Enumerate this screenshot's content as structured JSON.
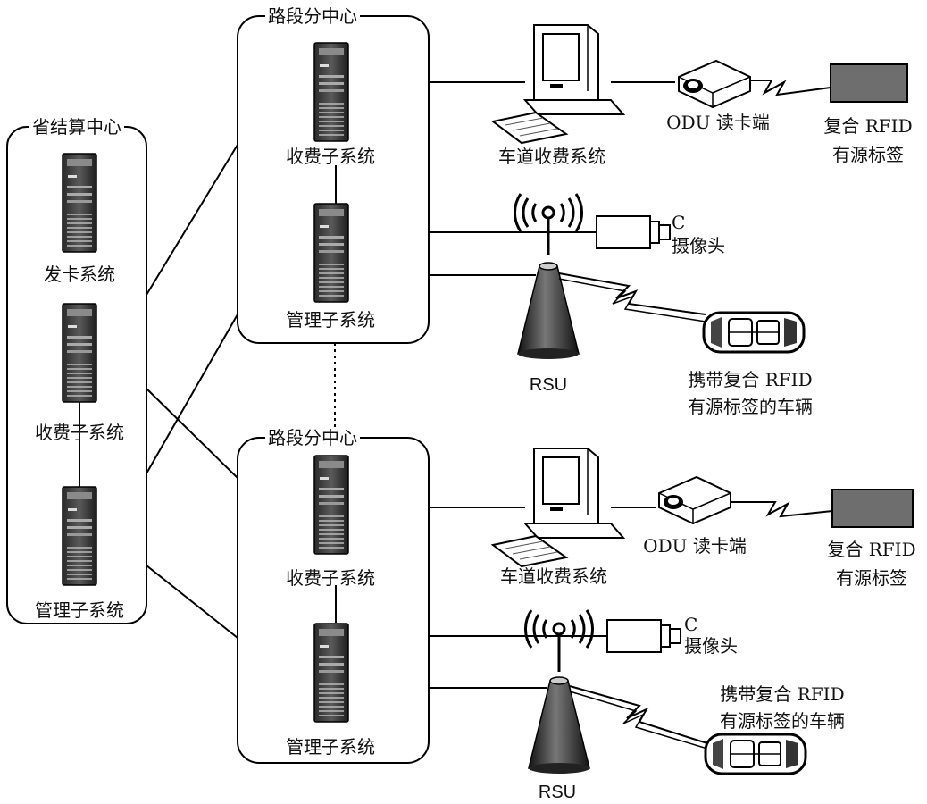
{
  "province_center": {
    "title": "省结算中心",
    "card_issuing": "发卡系统",
    "toll_subsystem": "收费子系统",
    "management_subsystem": "管理子系统"
  },
  "section_center_top": {
    "title": "路段分中心",
    "toll_subsystem": "收费子系统",
    "management_subsystem": "管理子系统"
  },
  "section_center_bottom": {
    "title": "路段分中心",
    "toll_subsystem": "收费子系统",
    "management_subsystem": "管理子系统"
  },
  "lane_top": {
    "lane_toll_system": "车道收费系统",
    "odu_reader": "ODU 读卡端",
    "rfid_tag_line1": "复合 RFID",
    "rfid_tag_line2": "有源标签",
    "camera_letter": "C",
    "camera": "摄像头",
    "rsu": "RSU",
    "vehicle_line1": "携带复合 RFID",
    "vehicle_line2": "有源标签的车辆"
  },
  "lane_bottom": {
    "lane_toll_system": "车道收费系统",
    "odu_reader": "ODU 读卡端",
    "rfid_tag_line1": "复合 RFID",
    "rfid_tag_line2": "有源标签",
    "camera_letter": "C",
    "camera": "摄像头",
    "rsu": "RSU",
    "vehicle_line1": "携带复合 RFID",
    "vehicle_line2": "有源标签的车辆"
  }
}
